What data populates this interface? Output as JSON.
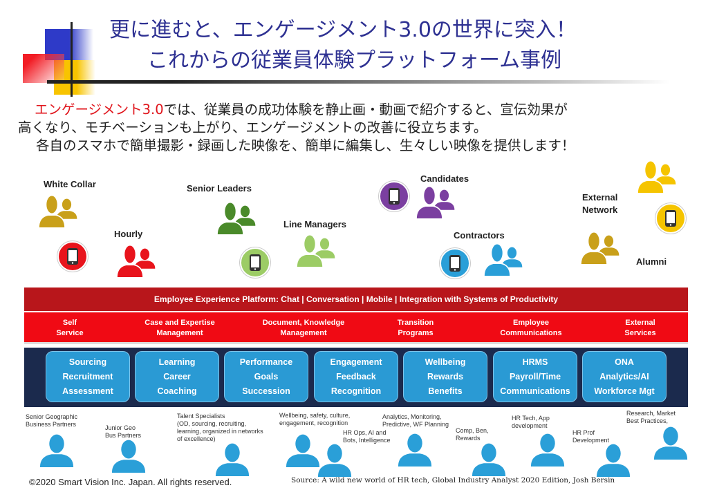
{
  "title": {
    "line1": "更に進むと、エンゲージメント3.0の世界に突入！",
    "line2": "これからの従業員体験プラットフォーム事例"
  },
  "intro": {
    "highlight": "エンゲージメント3.0",
    "line1_rest": "では、従業員の成功体験を静止画・動画で紹介すると、宣伝効果が",
    "line2": "高くなり、モチベーションも上がり、エンゲージメントの改善に役立ちます。",
    "line3": "各自のスマホで簡単撮影・録画した映像を、簡単に編集し、生々しい映像を提供します！"
  },
  "personas": {
    "white_collar": "White Collar",
    "hourly": "Hourly",
    "senior_leaders": "Senior Leaders",
    "line_managers": "Line Managers",
    "candidates": "Candidates",
    "contractors": "Contractors",
    "external_network_1": "External",
    "external_network_2": "Network",
    "alumni": "Alumni"
  },
  "platform": {
    "header": "Employee Experience Platform:  Chat | Conversation | Mobile | Integration with Systems of Productivity",
    "services": [
      [
        "Self",
        "Service"
      ],
      [
        "Case and Expertise",
        "Management"
      ],
      [
        "Document, Knowledge",
        "Management"
      ],
      [
        "Transition",
        "Programs"
      ],
      [
        "Employee",
        "Communications"
      ],
      [
        "External",
        "Services"
      ]
    ],
    "modules": [
      [
        "Sourcing",
        "Recruitment",
        "Assessment"
      ],
      [
        "Learning",
        "Career",
        "Coaching"
      ],
      [
        "Performance",
        "Goals",
        "Succession"
      ],
      [
        "Engagement",
        "Feedback",
        "Recognition"
      ],
      [
        "Wellbeing",
        "Rewards",
        "Benefits"
      ],
      [
        "HRMS",
        "Payroll/Time",
        "Communications"
      ],
      [
        "ONA",
        "Analytics/AI",
        "Workforce Mgt"
      ]
    ]
  },
  "roles": [
    [
      "Senior Geographic",
      "Business Partners"
    ],
    [
      "Junior Geo",
      "Bus Partners"
    ],
    [
      "Talent Specialists",
      "(OD, sourcing, recruiting,",
      "learning, organized in networks",
      "of excellence)"
    ],
    [
      "Wellbeing, safety, culture,",
      "engagement, recognition"
    ],
    [
      "HR Ops, AI and",
      "Bots, Intelligence"
    ],
    [
      "Analytics, Monitoring,",
      "Predictive, WF Planning"
    ],
    [
      "Comp, Ben,",
      "Rewards"
    ],
    [
      "HR Tech, App",
      "development"
    ],
    [
      "HR Prof",
      "Development"
    ],
    [
      "Research, Market",
      "Best Practices,"
    ]
  ],
  "footer": {
    "copyright": "©2020 Smart  Vision Inc. Japan. All rights reserved.",
    "source": "Source: A wild new world  of HR tech, Global Industry Analyst 2020  Edition, Josh Bersin"
  },
  "colors": {
    "title": "#2e3192",
    "red": "#f00a14",
    "dark_red": "#b8161b",
    "navy": "#1b2a4d",
    "module_blue": "#2a9ad4",
    "gold": "#c9a01a",
    "green_dark": "#4a8a2a",
    "green_light": "#9ccc65",
    "purple": "#7b3fa0",
    "blue": "#2a9fd8",
    "yellow": "#f5c400"
  }
}
